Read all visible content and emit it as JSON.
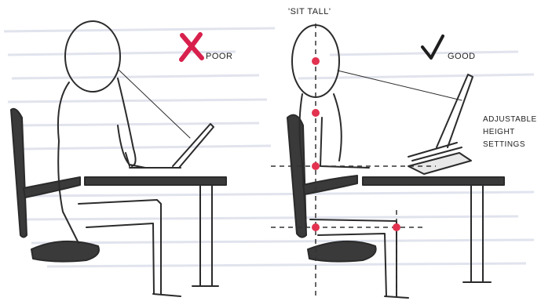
{
  "labels": {
    "sit_tall": "'SIT TALL'",
    "poor": "POOR",
    "good": "GOOD",
    "adjustable": [
      "ADJUSTABLE",
      "HEIGHT",
      "SETTINGS"
    ]
  },
  "icons": {
    "poor": "red-x-icon",
    "good": "check-mark-icon"
  },
  "colors": {
    "line": "#2b2b2b",
    "poor_mark": "#d8204d",
    "posture_point": "#e2324f",
    "background_lines": "#b9c0d8"
  }
}
